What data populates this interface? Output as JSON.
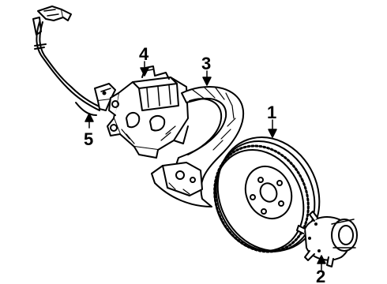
{
  "diagram": {
    "parts": [
      {
        "id": "rotor",
        "number": "1"
      },
      {
        "id": "hub",
        "number": "2"
      },
      {
        "id": "splash-shield",
        "number": "3"
      },
      {
        "id": "caliper",
        "number": "4"
      },
      {
        "id": "abs-sensor",
        "number": "5"
      }
    ],
    "ink_color": "#000000",
    "paper_color": "#ffffff"
  }
}
